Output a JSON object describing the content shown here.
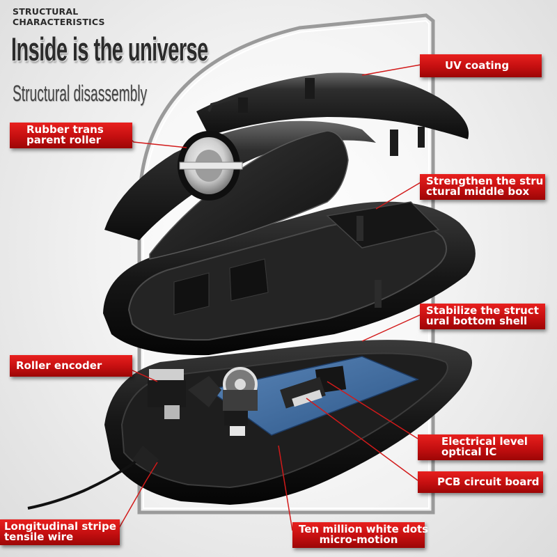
{
  "header": {
    "category_line1": "STRUCTURAL",
    "category_line2": "CHARACTERISTICS",
    "title": "Inside is the universe",
    "subtitle": "Structural disassembly"
  },
  "labels": {
    "uv_coating": "UV coating",
    "rubber_roller_line1": "Rubber trans",
    "rubber_roller_line2": "parent roller",
    "middle_box_line1": "Strengthen the stru",
    "middle_box_line2": "ctural middle box",
    "bottom_shell_line1": "Stabilize the struct",
    "bottom_shell_line2": "ural bottom shell",
    "roller_encoder": "Roller encoder",
    "optical_ic_line1": "Electrical level",
    "optical_ic_line2": "optical IC",
    "pcb": "PCB circuit board",
    "tensile_wire_line1": "Longitudinal stripe",
    "tensile_wire_line2": "tensile wire",
    "micro_motion_line1": "Ten million white dots",
    "micro_motion_line2": "micro-motion"
  },
  "colors": {
    "label_red": "#c40f10",
    "leader_line": "#d21a1a",
    "shell_black": "#1a1a1a",
    "pcb_blue": "#3a6fa8"
  },
  "icons": {
    "frame": "rounded-arch-frame",
    "product": "exploded-mouse-illustration"
  }
}
